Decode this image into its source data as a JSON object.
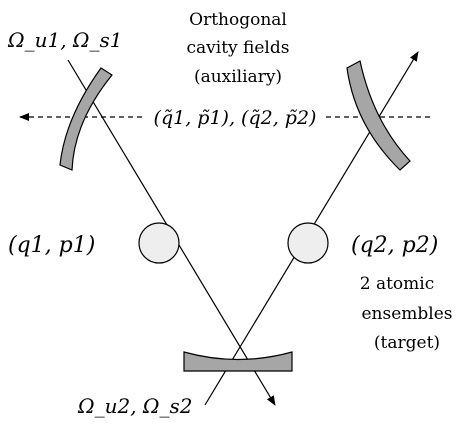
{
  "labels": {
    "top_left_fields": "Ω_u1, Ω_s1",
    "bottom_fields": "Ω_u2, Ω_s2",
    "orthogonal_line1": "Orthogonal",
    "orthogonal_line2": "cavity fields",
    "orthogonal_line3": "(auxiliary)",
    "aux_quadratures": "(q̃1, p̃1), (q̃2, p̃2)",
    "left_ensemble": "(q1, p1)",
    "right_ensemble": "(q2, p2)",
    "ensembles_line1": "2 atomic",
    "ensembles_line2": "ensembles",
    "ensembles_line3": "(target)"
  },
  "colors": {
    "mirror_fill": "#a6a6a6",
    "atom_fill": "#eeeeee",
    "stroke": "#000000"
  }
}
